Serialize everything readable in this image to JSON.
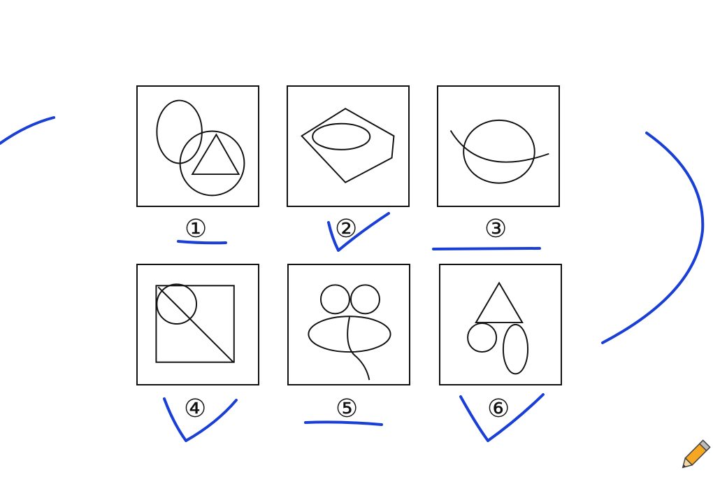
{
  "figures": [
    {
      "label": "①",
      "shapes": [
        "ellipse",
        "circle",
        "triangle"
      ]
    },
    {
      "label": "②",
      "shapes": [
        "pentagon",
        "ellipse"
      ]
    },
    {
      "label": "③",
      "shapes": [
        "ellipse",
        "curve"
      ]
    },
    {
      "label": "④",
      "shapes": [
        "square",
        "circle",
        "diagonal-line"
      ]
    },
    {
      "label": "⑤",
      "shapes": [
        "circle",
        "circle",
        "ellipse",
        "curve"
      ]
    },
    {
      "label": "⑥",
      "shapes": [
        "triangle",
        "circle",
        "ellipse"
      ]
    }
  ],
  "annotations": {
    "ink_color": "#1a3fd6",
    "checked": [
      "②",
      "④",
      "⑥"
    ],
    "underlined": [
      "①",
      "③",
      "⑤"
    ]
  },
  "tools": {
    "pencil_icon": "pencil-icon"
  }
}
